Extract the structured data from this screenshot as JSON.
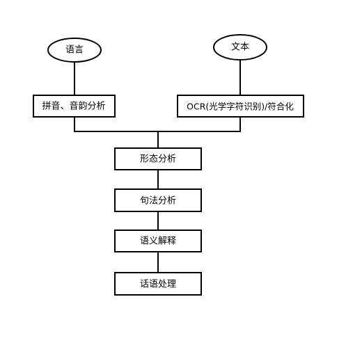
{
  "diagram": {
    "nodes": {
      "language": "语言",
      "text": "文本",
      "phonetic": "拼音、音韵分析",
      "ocr": "OCR(光学字符识别)/符合化",
      "morphology": "形态分析",
      "syntax": "句法分析",
      "semantics": "语义解释",
      "discourse": "话语处理"
    }
  }
}
